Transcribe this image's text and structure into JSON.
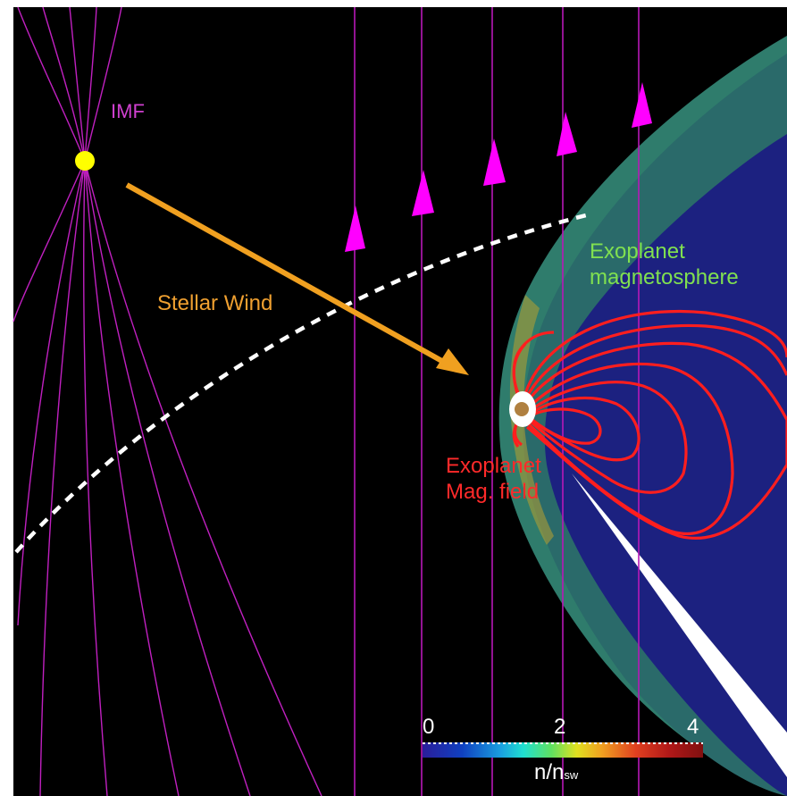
{
  "labels": {
    "imf": "IMF",
    "stellar_wind": "Stellar Wind",
    "magnetosphere_line1": "Exoplanet",
    "magnetosphere_line2": "magnetosphere",
    "field_line1": "Exoplanet",
    "field_line2": "Mag. field"
  },
  "colorbar": {
    "ticks": [
      "0",
      "2",
      "4"
    ],
    "title_main": "n/n",
    "title_sub": "sw",
    "range": [
      0,
      4
    ]
  },
  "colors": {
    "background": "#000000",
    "imf_lines": "#c020c0",
    "label_imf": "#d040d0",
    "wind_arrow": "#f0a020",
    "label_wind": "#f0a030",
    "label_magnetosphere": "#80e050",
    "field_lines": "#ff2020",
    "label_field": "#ff2a2a",
    "flow_arrows": "#ff00ff",
    "star": "#ffff00",
    "bow_shock": "#2c7a6a",
    "magnetosphere_fill": "#1a1f7a",
    "orbit_path": "#ffffff"
  },
  "icons": {
    "star": "star-dot",
    "planet": "planet-disc",
    "flow": "triangle-arrow"
  }
}
